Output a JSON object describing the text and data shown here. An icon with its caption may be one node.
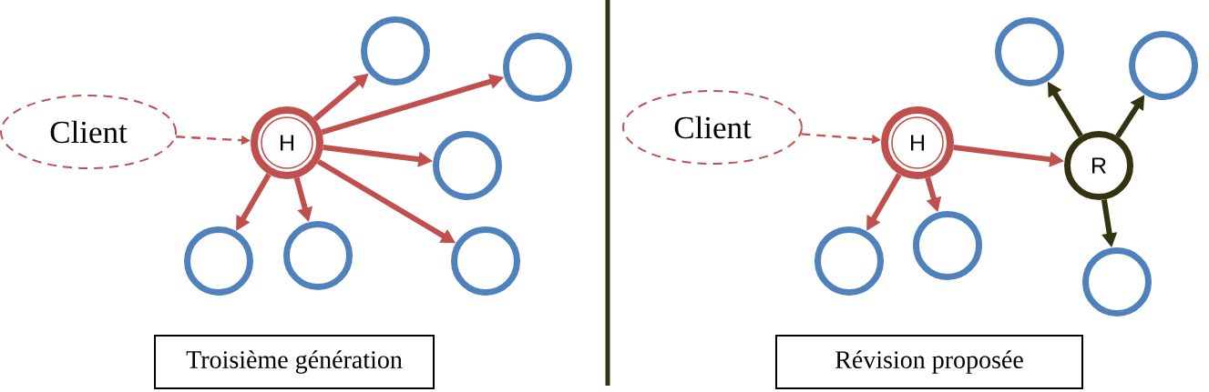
{
  "diagram": {
    "nodes": [
      {
        "text": [
          "Client"
        ]
      },
      {
        "text": [
          "H"
        ]
      },
      {
        "text": [],
        "shape": "circle"
      },
      {
        "text": [],
        "shape": "circle"
      },
      {
        "text": [],
        "shape": "circle"
      },
      {
        "text": [],
        "shape": "circle"
      },
      {
        "text": [],
        "shape": "circle"
      },
      {
        "text": [],
        "shape": "circle"
      },
      {
        "text": [
          "Troisième génération"
        ]
      },
      {
        "text": [
          "Client"
        ]
      },
      {
        "text": [
          "H"
        ]
      },
      {
        "text": [
          "R"
        ]
      },
      {
        "text": [],
        "shape": "circle"
      },
      {
        "text": [],
        "shape": "circle"
      },
      {
        "text": [],
        "shape": "circle"
      },
      {
        "text": [],
        "shape": "circle"
      },
      {
        "text": [],
        "shape": "circle"
      },
      {
        "text": [
          "Révision proposée"
        ]
      }
    ],
    "edges": [
      {
        "from": 0,
        "to": 1,
        "arrow": "to",
        "style": "dashed"
      },
      {
        "from": 1,
        "to": 2,
        "arrow": "to"
      },
      {
        "from": 1,
        "to": 3,
        "arrow": "to"
      },
      {
        "from": 1,
        "to": 4,
        "arrow": "to"
      },
      {
        "from": 1,
        "to": 7,
        "arrow": "to"
      },
      {
        "from": 1,
        "to": 5,
        "arrow": "to"
      },
      {
        "from": 1,
        "to": 6,
        "arrow": "to"
      },
      {
        "from": 9,
        "to": 10,
        "arrow": "to",
        "style": "dashed"
      },
      {
        "from": 10,
        "to": 11,
        "arrow": "to"
      },
      {
        "from": 10,
        "to": 14,
        "arrow": "to"
      },
      {
        "from": 10,
        "to": 15,
        "arrow": "to"
      },
      {
        "from": 11,
        "to": 12,
        "arrow": "to",
        "color": "#333311"
      },
      {
        "from": 11,
        "to": 13,
        "arrow": "to",
        "color": "#333311"
      },
      {
        "from": 11,
        "to": 16,
        "arrow": "to",
        "color": "#333311"
      }
    ]
  }
}
